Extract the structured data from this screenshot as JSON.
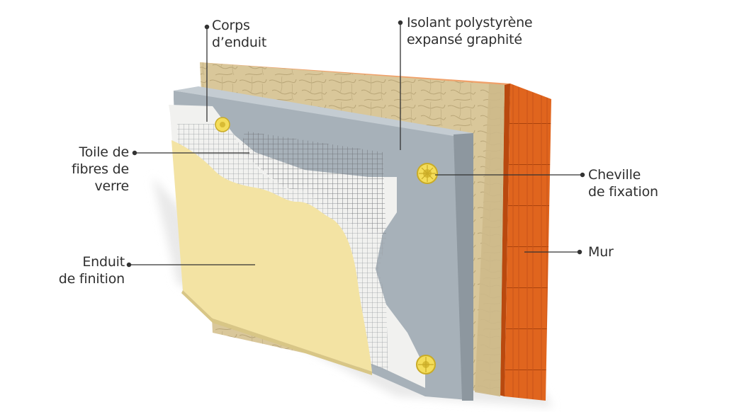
{
  "diagram": {
    "labels": {
      "corps_enduit": "Corps\nd’enduit",
      "isolant": "Isolant polystyrène\nexpansé graphité",
      "toile": "Toile de\nfibres de\nverre",
      "enduit_finition": "Enduit\nde finition",
      "cheville": "Cheville\nde fixation",
      "mur": "Mur"
    },
    "colors": {
      "brick": "#e0651e",
      "brick_dark": "#b9490f",
      "insulation": "#d9c79a",
      "insulation_crack": "#b8a577",
      "graphite_eps": "#a7b1b9",
      "base_coat": "#f1f1ef",
      "mesh": "#6c6f73",
      "finish_render": "#f3e3a3",
      "anchor": "#f4dd5a",
      "leader": "#333333"
    }
  }
}
